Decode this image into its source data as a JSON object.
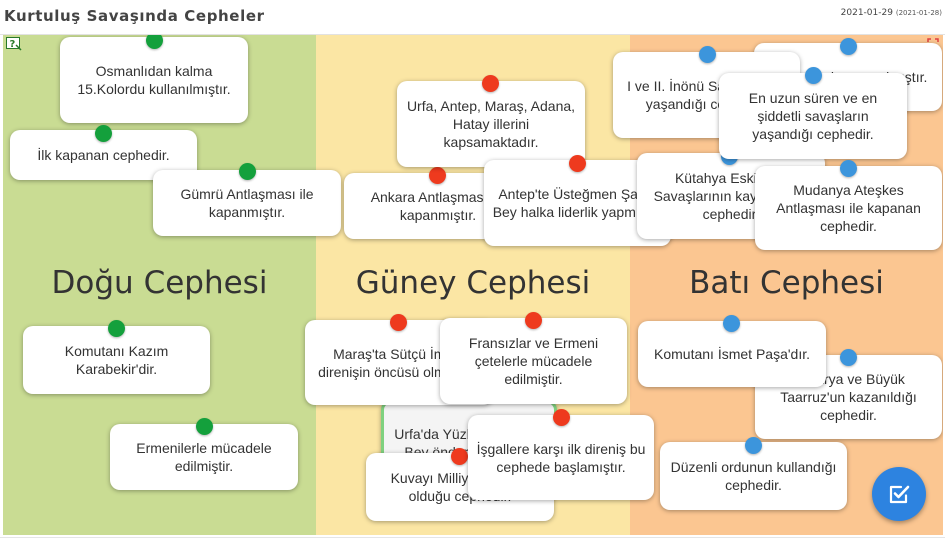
{
  "header": {
    "title": "Kurtuluş Savaşında Cepheler",
    "date": "2021-01-29",
    "date_sub": "(2021-01-28)"
  },
  "columns": [
    {
      "title": "Doğu Cephesi",
      "color": "#c9dc93"
    },
    {
      "title": "Güney Cephesi",
      "color": "#fbe6a4"
    },
    {
      "title": "Batı Cephesi",
      "color": "#fbc691"
    }
  ],
  "pin_colors": {
    "dogu": "#14a03c",
    "guney": "#ee3a1e",
    "bati": "#3c95dc"
  },
  "cards": [
    {
      "text": "Osmanlıdan kalma 15.Kolordu kullanılmıştır.",
      "pin": "green"
    },
    {
      "text": "İlk kapanan cephedir.",
      "pin": "green"
    },
    {
      "text": "Gümrü Antlaşması ile kapanmıştır.",
      "pin": "green"
    },
    {
      "text": "Komutanı Kazım Karabekir'dir.",
      "pin": "green"
    },
    {
      "text": "Ermenilerle mücadele edilmiştir.",
      "pin": "green"
    },
    {
      "text": "Urfa, Antep, Maraş, Adana, Hatay illerini kapsamaktadır.",
      "pin": "red"
    },
    {
      "text": "Ankara Antlaşması ile kapanmıştır.",
      "pin": "red"
    },
    {
      "text": "Antep'te Üsteğmen Şahin Bey halka liderlik yapmıştır.",
      "pin": "red"
    },
    {
      "text": "Maraş'ta Sütçü İmam direnişin öncüsü olmuştur.",
      "pin": "red"
    },
    {
      "text": "Fransızlar ve Ermeni çetelerle mücadele edilmiştir.",
      "pin": "red"
    },
    {
      "text": "Urfa'da Yüzbaşı Ali Saip Bey önderlik etmiştir.",
      "pin": "red"
    },
    {
      "text": "Kuvayı Milliye'nin etkili olduğu cephedir.",
      "pin": "red"
    },
    {
      "text": "İşgallere karşı ilk direniş bu cephede başlamıştır.",
      "pin": "red"
    },
    {
      "text": "I ve II. İnönü Savaşlarının yaşandığı cephedir.",
      "pin": "blue"
    },
    {
      "text": "Yunanlılarla savaşılmıştır.",
      "pin": "blue"
    },
    {
      "text": "En uzun süren ve en şiddetli savaşların yaşandığı cephedir.",
      "pin": "blue"
    },
    {
      "text": "Kütahya Eskişehir Savaşlarının kaybedildiği cephedir.",
      "pin": "blue"
    },
    {
      "text": "Mudanya Ateşkes Antlaşması ile kapanan cephedir.",
      "pin": "blue"
    },
    {
      "text": "Komutanı İsmet Paşa'dır.",
      "pin": "blue"
    },
    {
      "text": "Sakarya ve Büyük Taarruz'un kazanıldığı cephedir.",
      "pin": "blue"
    },
    {
      "text": "Düzenli ordunun kullandığı cephedir.",
      "pin": "blue"
    }
  ]
}
